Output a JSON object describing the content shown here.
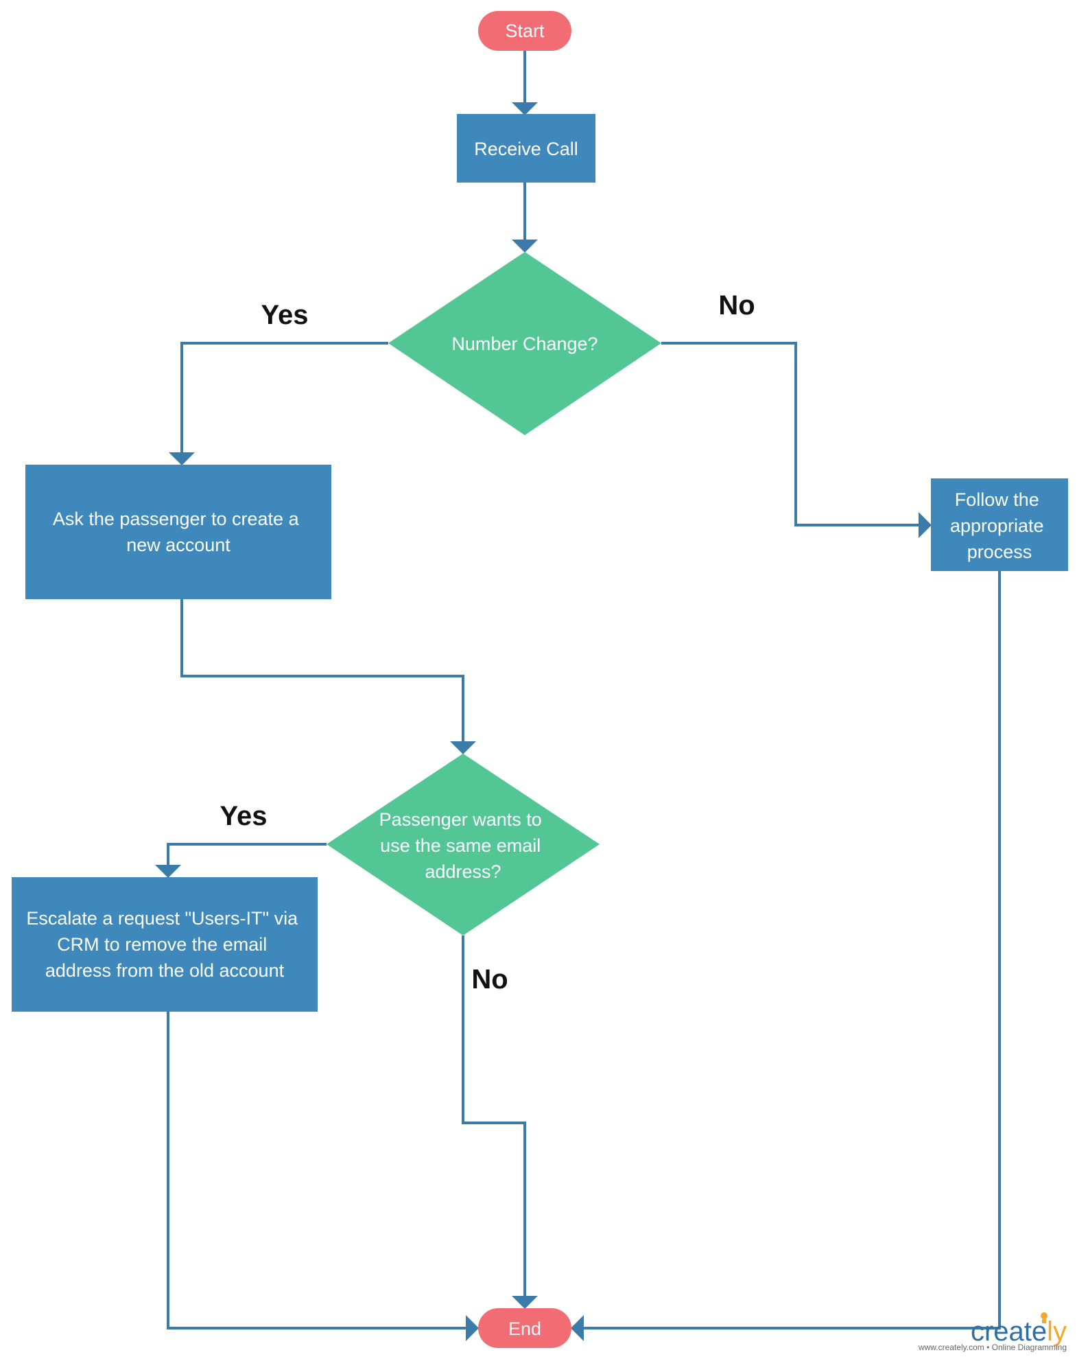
{
  "colors": {
    "process": "#3f88bb",
    "decision": "#52c795",
    "terminal": "#f26c74",
    "connector": "#3a7ba9",
    "label": "#111111",
    "brand_primary": "#2f6ea3",
    "brand_accent": "#f0a830"
  },
  "nodes": {
    "start": {
      "lines": [
        "Start"
      ]
    },
    "receive_call": {
      "lines": [
        "Receive Call"
      ]
    },
    "number_change": {
      "lines": [
        "Number Change?"
      ]
    },
    "create_account": {
      "lines": [
        "Ask the passenger to create a",
        "new account"
      ]
    },
    "follow_process": {
      "lines": [
        "Follow the",
        "appropriate",
        "process"
      ]
    },
    "same_email": {
      "lines": [
        "Passenger wants to",
        "use the same email",
        "address?"
      ]
    },
    "escalate": {
      "lines": [
        "Escalate a request \"Users-IT\" via",
        "CRM to remove the email",
        "address from the old account"
      ]
    },
    "end": {
      "lines": [
        "End"
      ]
    }
  },
  "edge_labels": {
    "number_change_yes": "Yes",
    "number_change_no": "No",
    "same_email_yes": "Yes",
    "same_email_no": "No"
  },
  "watermark": {
    "name_main": "create",
    "name_accent": "ly",
    "tagline": "www.creately.com • Online Diagramming"
  }
}
